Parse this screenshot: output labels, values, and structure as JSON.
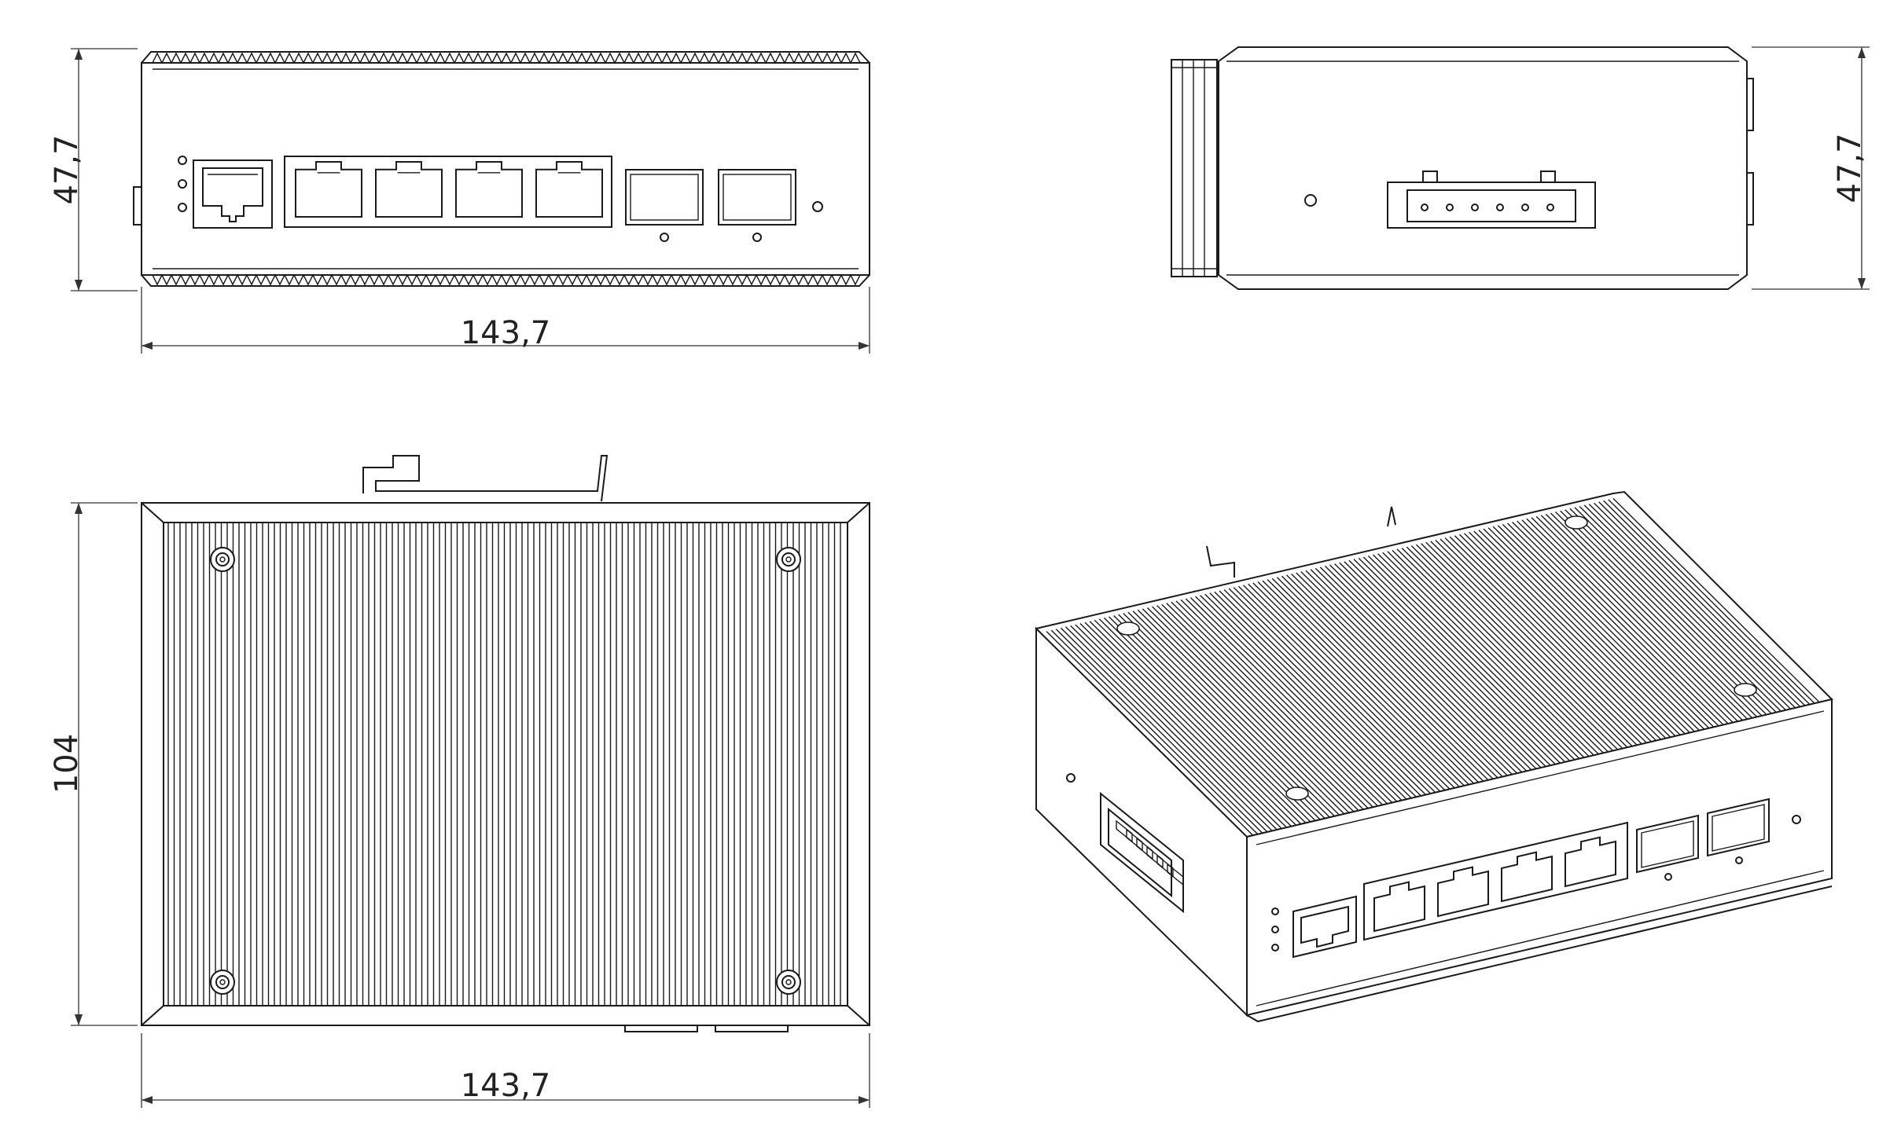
{
  "views": {
    "front": {
      "width_label": "143,7",
      "height_label": "47,7"
    },
    "side": {
      "height_label": "47,7"
    },
    "top": {
      "width_label": "143,7",
      "depth_label": "104"
    },
    "iso": {}
  },
  "device": {
    "rj45_ports": 5,
    "sfp_ports": 2,
    "led_count": 3,
    "terminal_pins": 6
  }
}
